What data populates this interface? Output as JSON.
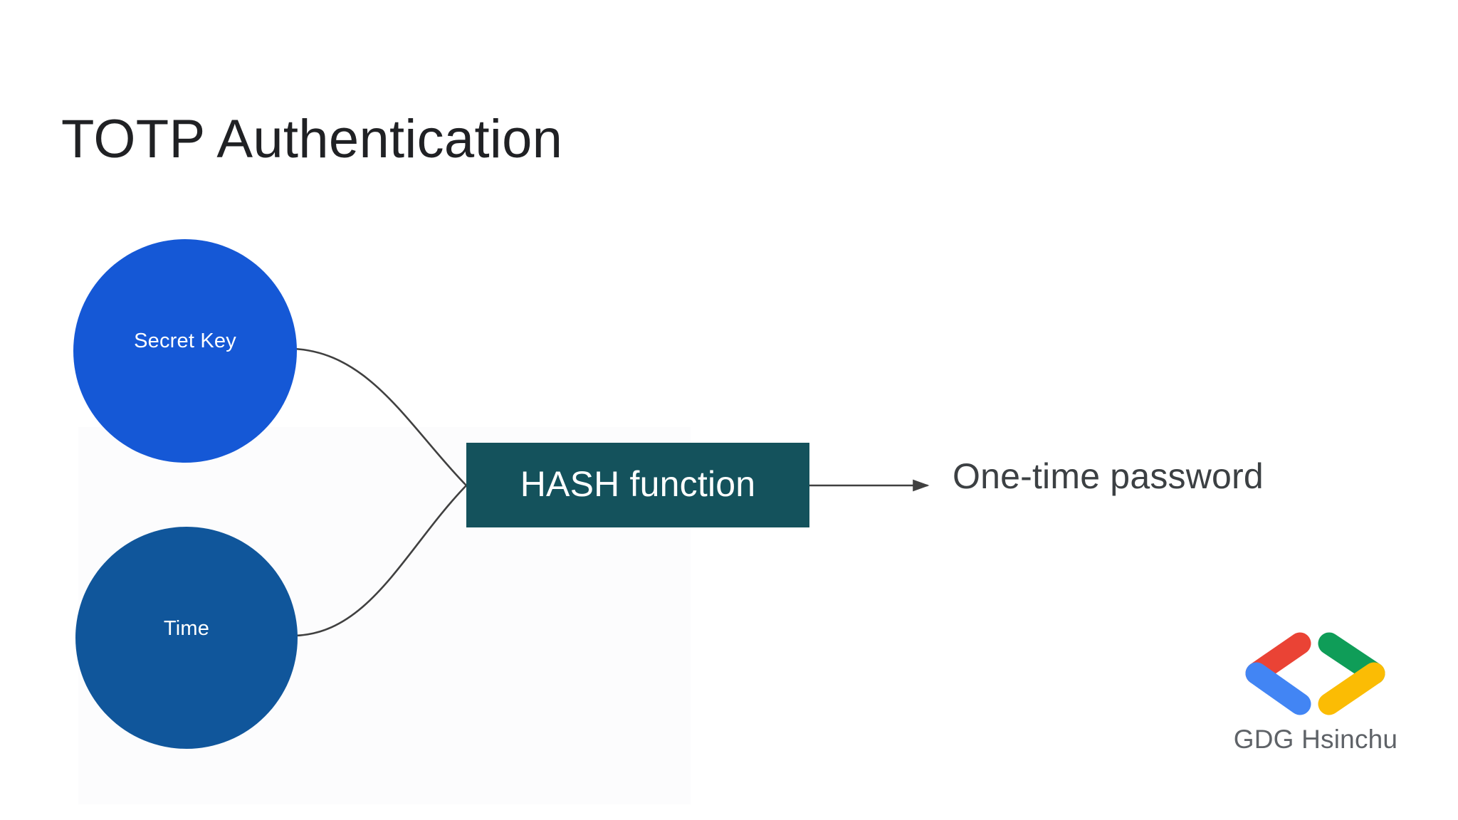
{
  "slide": {
    "title": "TOTP Authentication",
    "background_color": "#ffffff",
    "title_color": "#202124"
  },
  "diagram": {
    "type": "flow",
    "inputs": [
      {
        "id": "secret-key",
        "label": "Secret Key",
        "shape": "circle",
        "fill_color": "#1558d6",
        "text_color": "#ffffff"
      },
      {
        "id": "time",
        "label": "Time",
        "shape": "circle",
        "fill_color": "#10569b",
        "text_color": "#ffffff"
      }
    ],
    "process": {
      "id": "hash-function",
      "label": "HASH function",
      "shape": "rectangle",
      "fill_color": "#14525c",
      "text_color": "#ffffff"
    },
    "output": {
      "id": "one-time-password",
      "label": "One-time password",
      "text_color": "#3c4043"
    },
    "connectors": {
      "stroke_color": "#404040",
      "edges": [
        {
          "from": "secret-key",
          "to": "hash-function",
          "style": "curve",
          "arrowhead": false
        },
        {
          "from": "time",
          "to": "hash-function",
          "style": "curve",
          "arrowhead": false
        },
        {
          "from": "hash-function",
          "to": "one-time-password",
          "style": "straight",
          "arrowhead": true
        }
      ]
    }
  },
  "branding": {
    "logo_name": "gdg-logo",
    "caption": "GDG Hsinchu",
    "caption_color": "#5f6368",
    "logo_colors": {
      "red": "#ea4335",
      "blue": "#4285f4",
      "green": "#0f9d58",
      "yellow": "#fbbc04"
    }
  }
}
